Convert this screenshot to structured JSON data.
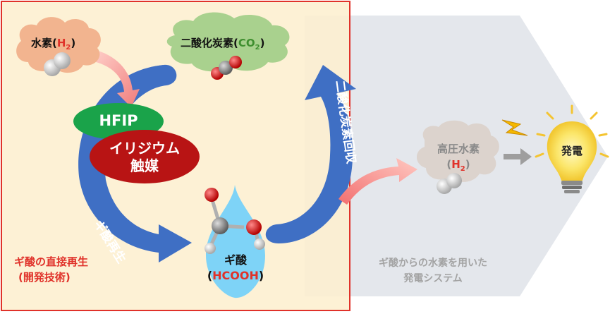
{
  "labels": {
    "hydrogen": "水素(",
    "h2": "H",
    "h2_sub": "2",
    "close": ")",
    "co2_prefix": "二酸化炭素(",
    "co2": "CO",
    "co2_sub": "2",
    "hfip": "HFIP",
    "iridium_line1": "イリジウム",
    "iridium_line2": "触媒",
    "regeneration_arrow": "ギ酸再生",
    "co2_recovery_arrow": "二酸化炭素回収",
    "formic_acid": "ギ酸",
    "formic_formula": "(HCOOH)",
    "formic_formula_open": "(",
    "formic_formula_body": "HCOOH",
    "formic_formula_close": ")",
    "direct_regen_line1": "ギ酸の直接再生",
    "direct_regen_line2": "(開発技術)",
    "hp_hydrogen_line1": "高圧水素",
    "hp_hydrogen_line2_open": "(",
    "hp_hydrogen_line2_h": "H",
    "hp_hydrogen_line2_sub": "2",
    "hp_hydrogen_line2_close": ")",
    "power": "発電",
    "system_line1": "ギ酸からの水素を用いた",
    "system_line2": "発電システム"
  },
  "colors": {
    "panel_fill": "#fdefcf",
    "panel_border": "#e0322a",
    "gray_panel": "#e4e7ec",
    "blue_arrow": "#3f6fc4",
    "pink_arrow": "#f08080",
    "cloud_peach": "#f2b48f",
    "cloud_green": "#a9d18e",
    "cloud_gray": "#dcd3cd",
    "hfip_green": "#1aa34a",
    "iridium_red": "#b81414",
    "drop_blue": "#7ed3f7",
    "red_text": "#e0322a",
    "gray_text": "#a3a3a3"
  }
}
